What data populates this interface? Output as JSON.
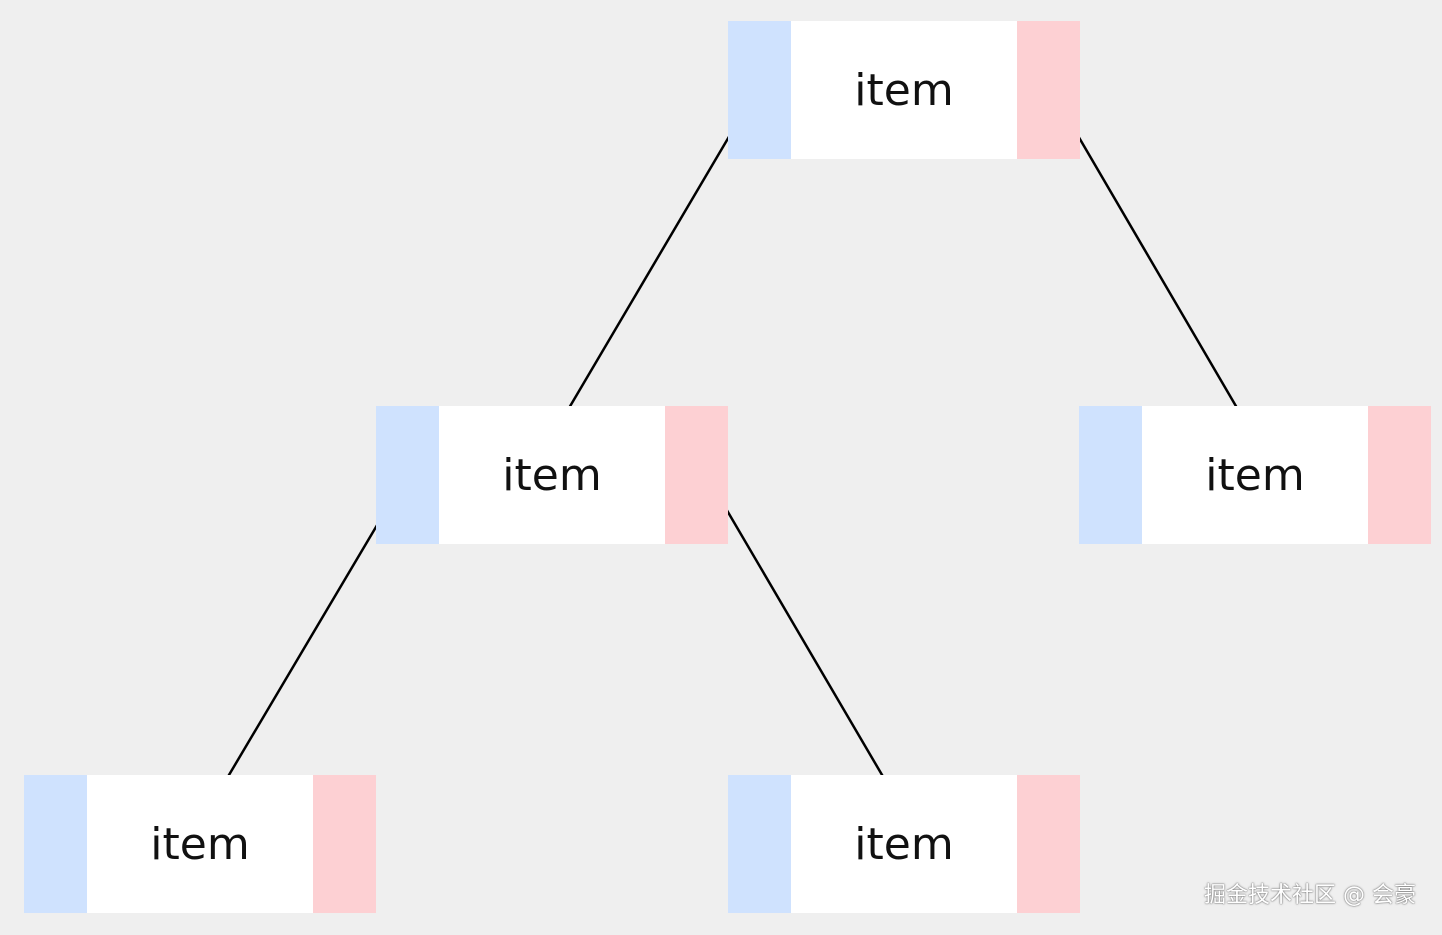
{
  "colors": {
    "background": "#efefef",
    "left_pointer": "#cfe2fe",
    "right_pointer": "#fdd0d3",
    "value_cell": "#ffffff",
    "edge": "#000000"
  },
  "nodes": [
    {
      "id": "root",
      "label": "item"
    },
    {
      "id": "l1",
      "label": "item"
    },
    {
      "id": "r1",
      "label": "item"
    },
    {
      "id": "l2",
      "label": "item"
    },
    {
      "id": "l2r",
      "label": "item"
    }
  ],
  "edges": [
    {
      "from": "root",
      "side": "left",
      "to": "l1"
    },
    {
      "from": "root",
      "side": "right",
      "to": "r1"
    },
    {
      "from": "l1",
      "side": "left",
      "to": "l2"
    },
    {
      "from": "l1",
      "side": "right",
      "to": "l2r"
    }
  ],
  "watermark": "掘金技术社区 @ 会豪"
}
